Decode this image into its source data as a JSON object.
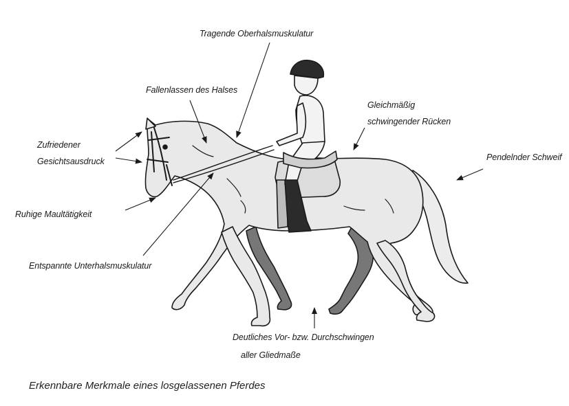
{
  "diagram": {
    "labels": {
      "neck_top_muscles": "Tragende Oberhalsmuskulatur",
      "neck_drop": "Fallenlassen des Halses",
      "even_back_line1": "Gleichmäßig",
      "even_back_line2": "schwingender Rücken",
      "tail": "Pendelnder Schweif",
      "face_line1": "Zufriedener",
      "face_line2": "Gesichtsausdruck",
      "mouth": "Ruhige Maultätigkeit",
      "lower_neck": "Entspannte Unterhalsmuskulatur",
      "legs_line1": "Deutliches Vor- bzw. Durchschwingen",
      "legs_line2": "aller Gliedmaße"
    },
    "caption": "Erkennbare Merkmale eines losgelassenen Pferdes"
  },
  "colors": {
    "ink": "#1a1a1a",
    "horse_fill": "#e9e9e9",
    "shadow_fill": "#777777",
    "boot_fill": "#2b2b2b"
  }
}
